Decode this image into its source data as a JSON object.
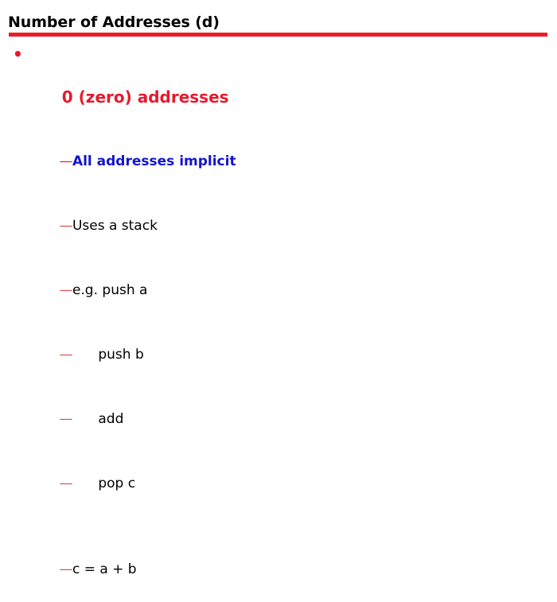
{
  "slide": {
    "title": "Number of Addresses (d)",
    "rule_color": "#EE1C25",
    "accent_red": "#E8192C",
    "accent_blue": "#1414CC",
    "dash_red": "#D9534F",
    "bullet_glyph": "•",
    "dash_glyph": "—",
    "level1": {
      "text": "0 (zero) addresses"
    },
    "items": [
      {
        "dash": "—",
        "text": "All addresses implicit",
        "style": "accent"
      },
      {
        "dash": "—",
        "text": "Uses a stack",
        "style": "plain"
      },
      {
        "dash": "—",
        "text": "e.g. push a",
        "style": "plain"
      },
      {
        "dash": "—",
        "text": "      push b",
        "style": "plain"
      },
      {
        "dash": "—",
        "text": "      add",
        "style": "plain"
      },
      {
        "dash": "—",
        "text": "      pop c",
        "style": "plain"
      },
      {
        "dash": "",
        "text": "",
        "style": "blank"
      },
      {
        "dash": "—",
        "text": "c = a + b",
        "style": "plain"
      }
    ]
  }
}
